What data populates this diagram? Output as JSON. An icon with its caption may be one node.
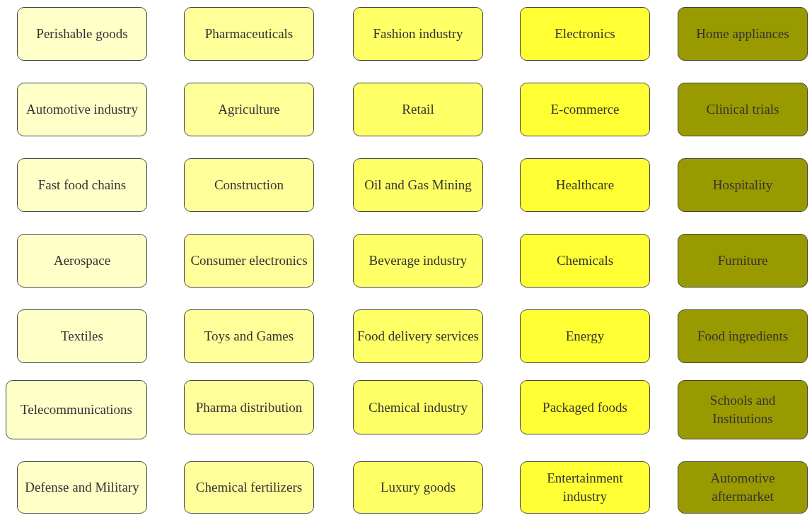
{
  "diagram": {
    "nodes": [
      {
        "text": [
          "Perishable goods"
        ]
      },
      {
        "text": [
          "Pharmaceuticals"
        ]
      },
      {
        "text": [
          "Fashion industry"
        ]
      },
      {
        "text": [
          "Electronics"
        ]
      },
      {
        "text": [
          "Home appliances"
        ]
      },
      {
        "text": [
          "Automotive industry"
        ]
      },
      {
        "text": [
          "Agriculture"
        ]
      },
      {
        "text": [
          "Retail"
        ]
      },
      {
        "text": [
          "E-commerce"
        ]
      },
      {
        "text": [
          "Clinical trials"
        ]
      },
      {
        "text": [
          "Fast food chains"
        ]
      },
      {
        "text": [
          "Construction"
        ]
      },
      {
        "text": [
          "Oil and Gas Mining"
        ]
      },
      {
        "text": [
          "Healthcare"
        ]
      },
      {
        "text": [
          "Hospitality"
        ]
      },
      {
        "text": [
          "Aerospace"
        ]
      },
      {
        "text": [
          "Consumer electronics"
        ]
      },
      {
        "text": [
          "Beverage industry"
        ]
      },
      {
        "text": [
          "Chemicals"
        ]
      },
      {
        "text": [
          "Furniture"
        ]
      },
      {
        "text": [
          "Textiles"
        ]
      },
      {
        "text": [
          "Toys and Games"
        ]
      },
      {
        "text": [
          "Food delivery services"
        ]
      },
      {
        "text": [
          "Energy"
        ]
      },
      {
        "text": [
          "Food ingredients"
        ]
      },
      {
        "text": [
          "Telecommunications"
        ]
      },
      {
        "text": [
          "Pharma distribution"
        ]
      },
      {
        "text": [
          "Chemical industry"
        ]
      },
      {
        "text": [
          "Packaged foods"
        ]
      },
      {
        "text": [
          "Schools and Institutions"
        ]
      },
      {
        "text": [
          "Defense and Military"
        ]
      },
      {
        "text": [
          "Chemical fertilizers"
        ]
      },
      {
        "text": [
          "Luxury goods"
        ]
      },
      {
        "text": [
          "Entertainment industry"
        ]
      },
      {
        "text": [
          "Automotive aftermarket"
        ]
      }
    ]
  }
}
